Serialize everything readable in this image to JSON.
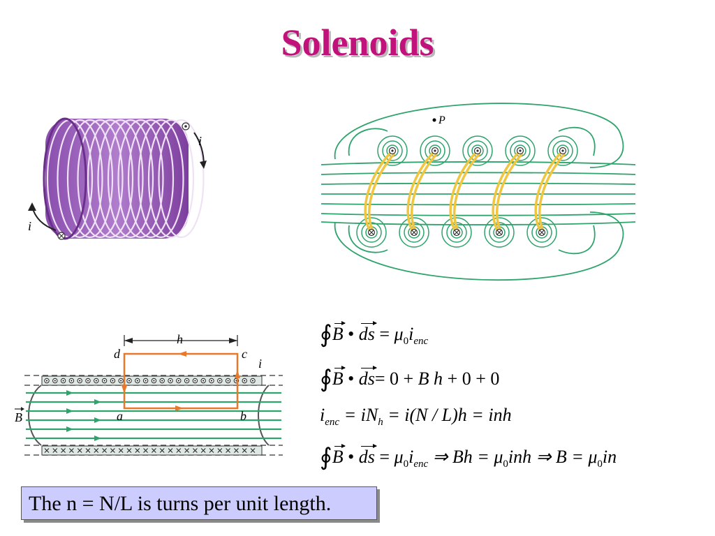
{
  "title": "Solenoids",
  "colors": {
    "title": "#c0127a",
    "coil": "#9b62b8",
    "field": "#2ea36b",
    "wire": "#f0c640",
    "loop": "#e8782a",
    "note_bg": "#ccccff"
  },
  "coil_figure": {
    "current_top": "i",
    "current_bottom": "i"
  },
  "field_figure": {
    "point_label": "P",
    "top_symbol": "⊙",
    "bottom_symbol": "⊗"
  },
  "loop_figure": {
    "h": "h",
    "a": "a",
    "b": "b",
    "c": "c",
    "d": "d",
    "i": "i",
    "B": "B"
  },
  "equations": {
    "eq1": {
      "lhs": "B",
      "ds": "ds",
      "rhs_mu": "μ",
      "rhs_sub0": "0",
      "rhs_i": "i",
      "rhs_sub": "enc"
    },
    "eq2": {
      "rhs": "= 0 + ",
      "Bh": "B h",
      "tail": " + 0 + 0"
    },
    "eq3": {
      "ienc_i": "i",
      "ienc_sub": "enc",
      "p1": " = iN",
      "p1_sub": "h",
      "p2": " = i(N / L)h = inh"
    },
    "eq4": {
      "p1": " ⇒ Bh = ",
      "p2": "inh ⇒ B = ",
      "p3": "in"
    }
  },
  "note": "The n = N/L is turns per unit length."
}
